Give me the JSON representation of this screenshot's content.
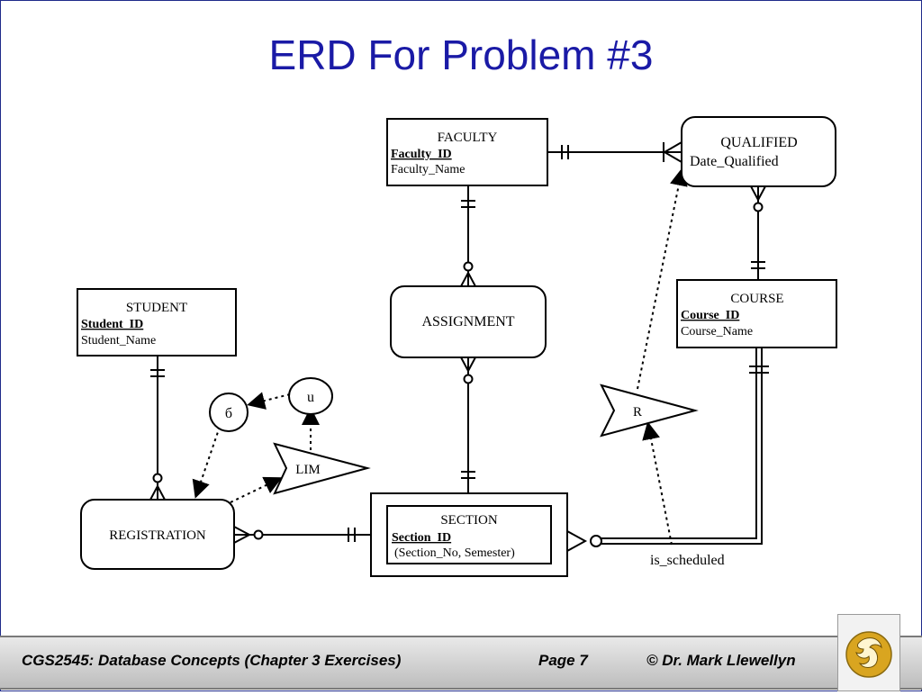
{
  "slide": {
    "title": "ERD For Problem #3"
  },
  "diagram": {
    "entities": {
      "faculty": {
        "name": "FACULTY",
        "key": "Faculty_ID",
        "attr": "Faculty_Name"
      },
      "qualified": {
        "name": "QUALIFIED",
        "attr": "Date_Qualified"
      },
      "student": {
        "name": "STUDENT",
        "key": "Student_ID",
        "attr": "Student_Name"
      },
      "assignment": {
        "name": "ASSIGNMENT"
      },
      "course": {
        "name": "COURSE",
        "key": "Course_ID",
        "attr": "Course_Name"
      },
      "registration": {
        "name": "REGISTRATION"
      },
      "section": {
        "name": "SECTION",
        "key": "Section_ID",
        "attr": "(Section_No, Semester)"
      }
    },
    "constraints": {
      "sigma": "б",
      "u": "u",
      "lim": "LIM",
      "r": "R"
    },
    "relationship_label": "is_scheduled"
  },
  "footer": {
    "course": "CGS2545: Database Concepts  (Chapter 3 Exercises)",
    "page": "Page 7",
    "author": "© Dr. Mark Llewellyn"
  },
  "colors": {
    "title": "#1a1aa6",
    "frame": "#1f2b8a",
    "logo_gold": "#d9a520"
  },
  "icons": {
    "logo": "university-pegasus-logo"
  }
}
